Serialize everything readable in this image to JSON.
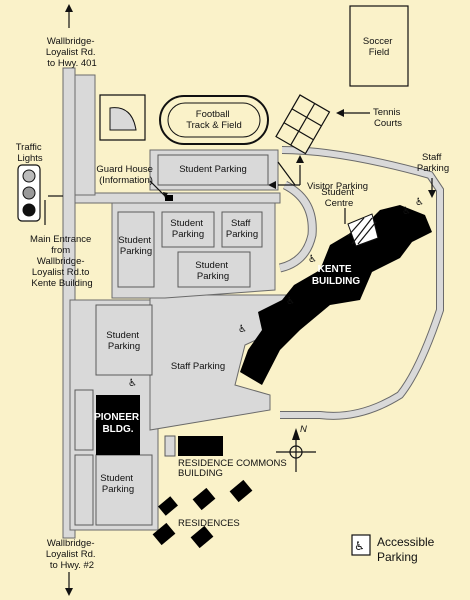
{
  "roads": {
    "north": [
      "Wallbridge-",
      "Loyalist Rd.",
      "to Hwy. 401"
    ],
    "south": [
      "Wallbridge-",
      "Loyalist Rd.",
      "to Hwy. #2"
    ]
  },
  "traffic_lights": [
    "Traffic",
    "Lights"
  ],
  "main_entrance": [
    "Main Entrance",
    "from",
    "Wallbridge-",
    "Loyalist Rd.to",
    "Kente Building"
  ],
  "guard_house": [
    "Guard House",
    "(Information)"
  ],
  "soccer": [
    "Soccer",
    "Field"
  ],
  "football": [
    "Football",
    "Track & Field"
  ],
  "tennis": [
    "Tennis",
    "Courts"
  ],
  "visitor_parking": "Visitor Parking",
  "staff_parking_ne": [
    "Staff",
    "Parking"
  ],
  "student_centre": [
    "Student",
    "Centre"
  ],
  "student_parking_top": "Student Parking",
  "student_parking_left": [
    "Student",
    "Parking"
  ],
  "student_parking_mid1": [
    "Student",
    "Parking"
  ],
  "student_parking_mid2": [
    "Student",
    "Parking"
  ],
  "staff_parking_inner": [
    "Staff",
    "Parking"
  ],
  "student_parking_west": [
    "Student",
    "Parking"
  ],
  "student_parking_south": [
    "Student",
    "Parking"
  ],
  "staff_parking_center": "Staff Parking",
  "kente": [
    "KENTE",
    "BUILDING"
  ],
  "pioneer": [
    "PIONEER",
    "BLDG."
  ],
  "residence_commons": [
    "RESIDENCE COMMONS",
    "BUILDING"
  ],
  "residences": "RESIDENCES",
  "north_arrow": "N",
  "legend": [
    "Accessible",
    "Parking"
  ],
  "colors": {
    "background": "#faf2c9",
    "pavement": "#d9d9d9",
    "building": "#000000"
  }
}
